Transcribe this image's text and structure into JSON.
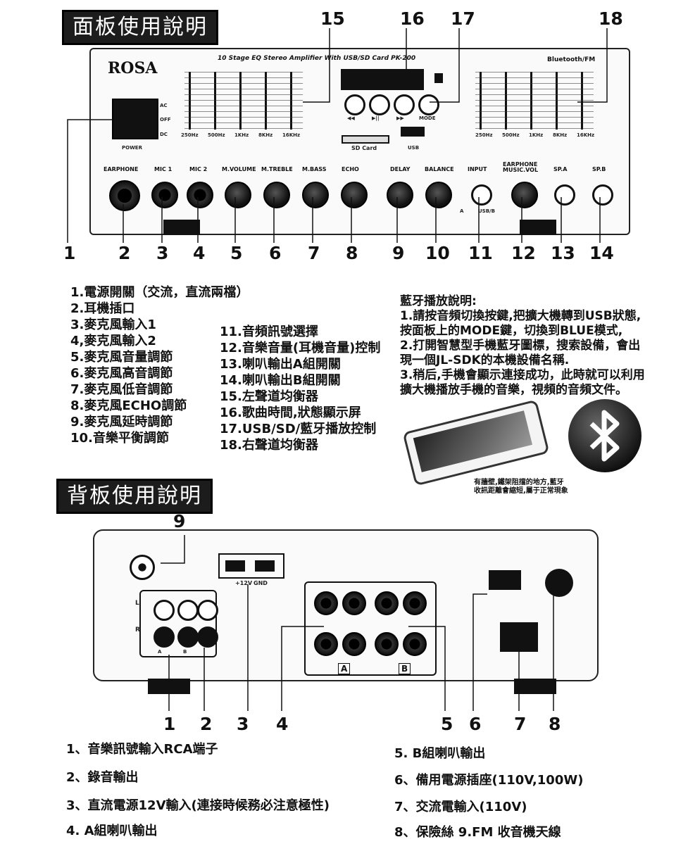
{
  "front": {
    "banner": "面板使用說明",
    "brand": "ROSA",
    "model_text": "10 Stage EQ  Stereo Amplifier With USB/SD Card  PK-200",
    "bt_text": "Bluetooth/FM",
    "power_label": "POWER",
    "power_positions": [
      "AC",
      "OFF",
      "DC"
    ],
    "eq_freqs": [
      "250Hz",
      "500Hz",
      "1KHz",
      "8KHz",
      "16KHz"
    ],
    "transport_labels": [
      "◀◀",
      "▶||",
      "▶▶",
      "MODE"
    ],
    "sd_label": "SD Card",
    "usb_label": "USB",
    "input_sub_labels": [
      "A",
      "USB/B"
    ],
    "control_labels": [
      "EARPHONE",
      "MIC 1",
      "MIC 2",
      "M.VOLUME",
      "M.TREBLE",
      "M.BASS",
      "ECHO",
      "DELAY",
      "BALANCE",
      "INPUT",
      "EARPHONE MUSIC.VOL",
      "SP.A",
      "SP.B"
    ],
    "top_callouts": [
      "15",
      "16",
      "17",
      "18"
    ],
    "bottom_callouts": [
      "1",
      "2",
      "3",
      "4",
      "5",
      "6",
      "7",
      "8",
      "9",
      "10",
      "11",
      "12",
      "13",
      "14"
    ],
    "legend_left": [
      "1.電源開關（交流，直流兩檔）",
      "2.耳機插口",
      "3.麥克風輸入1",
      "4,麥克風輸入2",
      "5.麥克風音量調節",
      "6.麥克風高音調節",
      "7.麥克風低音調節",
      "8.麥克風ECHO調節",
      "9.麥克風延時調節",
      "10.音樂平衡調節"
    ],
    "legend_mid": [
      "11.音頻訊號選擇",
      "12.音樂音量(耳機音量)控制",
      "13.喇叭輸出A組開關",
      "14.喇叭輸出B組開關",
      "15.左聲道均衡器",
      "16.歌曲時間,狀態顯示屏",
      "17.USB/SD/藍牙播放控制",
      "18.右聲道均衡器"
    ]
  },
  "bluetooth": {
    "title": "藍牙播放說明:",
    "lines": [
      "1.請按音頻切換按鍵,把擴大機轉到USB狀態,",
      "按面板上的MODE鍵，切換到BLUE模式,",
      "2.打開智慧型手機藍牙圖標，搜索設備，會出",
      "現一個JL-SDK的本機設備名稱.",
      "3.稍后,手機會顯示連接成功，此時就可以利用",
      "擴大機播放手機的音樂，視頻的音頻文件。"
    ],
    "caption": [
      "有牆壁,鐵架阻擋的地方,藍牙",
      "收訊距離會縮短,屬于正常現象"
    ]
  },
  "back": {
    "banner": "背板使用說明",
    "top_callout": "9",
    "dc_labels": [
      "+12V",
      "GND"
    ],
    "rca_labels": [
      "L",
      "R",
      "A",
      "B"
    ],
    "group_labels": [
      "A",
      "B"
    ],
    "bottom_callouts": [
      "1",
      "2",
      "3",
      "4",
      "5",
      "6",
      "7",
      "8"
    ],
    "legend_left": [
      "1、音樂訊號輸入RCA端子",
      "2、錄音輸出",
      "3、直流電源12V輸入(連接時候務必注意極性)",
      "4.  A組喇叭輸出"
    ],
    "legend_right": [
      "5. B組喇叭輸出",
      "6、備用電源插座(110V,100W)",
      "7、交流電輸入(110V)",
      "8、保險絲     9.FM 收音機天線"
    ]
  }
}
